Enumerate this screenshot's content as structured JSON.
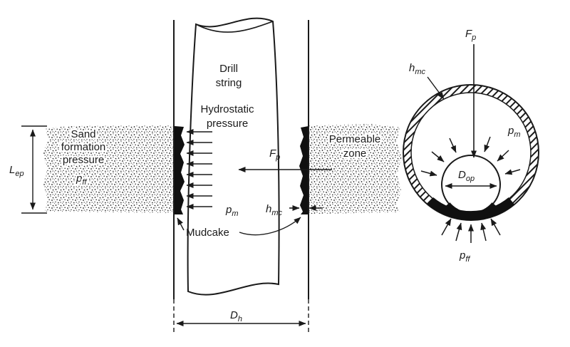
{
  "colors": {
    "ink": "#1a1a1a",
    "paper": "#ffffff"
  },
  "left_figure": {
    "drill_string": {
      "line1": "Drill",
      "line2": "string"
    },
    "hydrostatic": {
      "line1": "Hydrostatic",
      "line2": "pressure"
    },
    "sand_formation": {
      "line1": "Sand",
      "line2": "formation",
      "line3": "pressure"
    },
    "permeable_zone": {
      "line1": "Permeable",
      "line2": "zone"
    },
    "mudcake_label": "Mudcake"
  },
  "symbols": {
    "Lep": {
      "main": "L",
      "sub": "ep"
    },
    "pff": {
      "main": "p",
      "sub": "ff"
    },
    "Fp": {
      "main": "F",
      "sub": "p"
    },
    "pm": {
      "main": "p",
      "sub": "m"
    },
    "hmc": {
      "main": "h",
      "sub": "mc"
    },
    "Dh": {
      "main": "D",
      "sub": "h"
    },
    "Dop": {
      "main": "D",
      "sub": "op"
    }
  }
}
